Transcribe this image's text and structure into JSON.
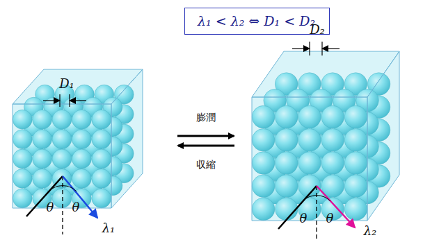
{
  "diagram": {
    "nodes": [
      {
        "text": [
          "λ₁ < λ₂ ⇔ D₁ < D₂"
        ]
      }
    ],
    "labels": [
      "D₁",
      "D₂",
      "膨潤",
      "収縮",
      "θ",
      "θ",
      "θ",
      "θ",
      "λ₁",
      "λ₂"
    ]
  }
}
